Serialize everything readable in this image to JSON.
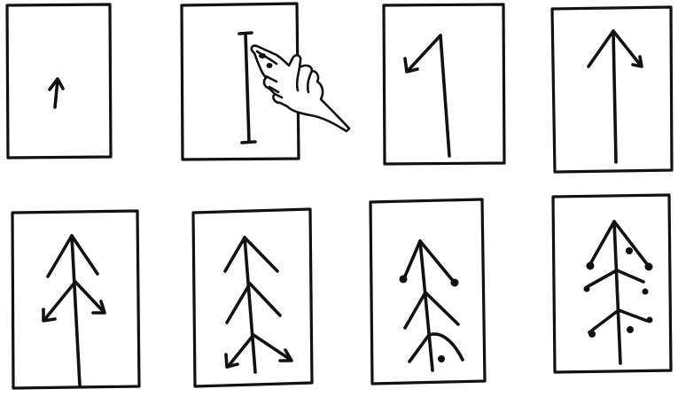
{
  "ink_color": "#111111",
  "paper_color": "#ffffff",
  "panels": [
    {
      "label": "",
      "drawing": "small-upward-arrow"
    },
    {
      "label": "",
      "drawing": "finger-measuring-vertical-line"
    },
    {
      "label": "",
      "drawing": "vertical-stroke-with-left-diagonal"
    },
    {
      "label": "",
      "drawing": "tall-upward-arrow"
    },
    {
      "label": "",
      "drawing": "two-tier-branched-stem"
    },
    {
      "label": "",
      "drawing": "three-tier-branched-stem"
    },
    {
      "label": "",
      "drawing": "three-tier-branched-stem-with-dots"
    },
    {
      "label": "",
      "drawing": "three-tier-branched-stem-with-scattered-dots"
    }
  ]
}
